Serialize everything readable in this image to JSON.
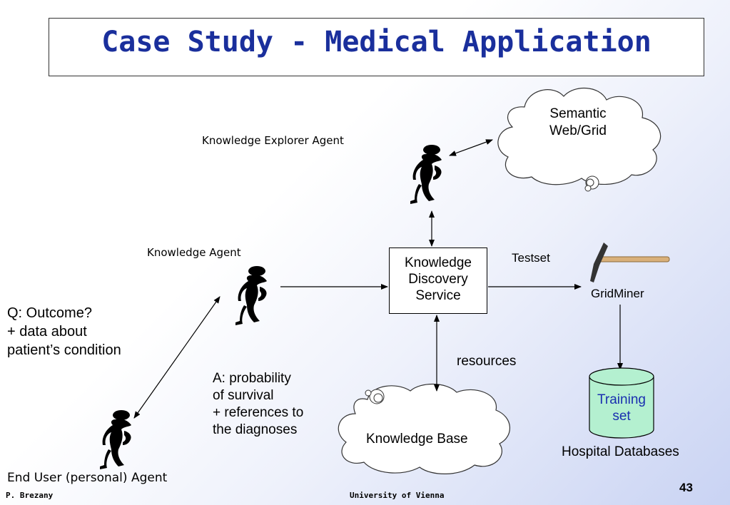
{
  "slide": {
    "title": "Case Study - Medical Application",
    "page_number": "43",
    "footer_left": "P. Brezany",
    "footer_center": "University of Vienna"
  },
  "nodes": {
    "semantic_web": "Semantic\nWeb/Grid",
    "knowledge_explorer_agent": "Knowledge Explorer Agent",
    "knowledge_agent": "Knowledge Agent",
    "kds": "Knowledge\nDiscovery\nService",
    "gridminer": "GridMiner",
    "training_set": "Training\nset",
    "hospital_databases": "Hospital Databases",
    "knowledge_base": "Knowledge Base",
    "end_user_agent": "End User (personal) Agent"
  },
  "edges": {
    "testset": "Testset",
    "resources": "resources",
    "question": "Q: Outcome?\n+ data about\npatient’s condition",
    "answer": "A: probability\nof survival\n+ references to\n the diagnoses"
  },
  "colors": {
    "title": "#1a2f9c",
    "training_fill": "#b4f0d0",
    "training_text": "#1a2fb0"
  }
}
